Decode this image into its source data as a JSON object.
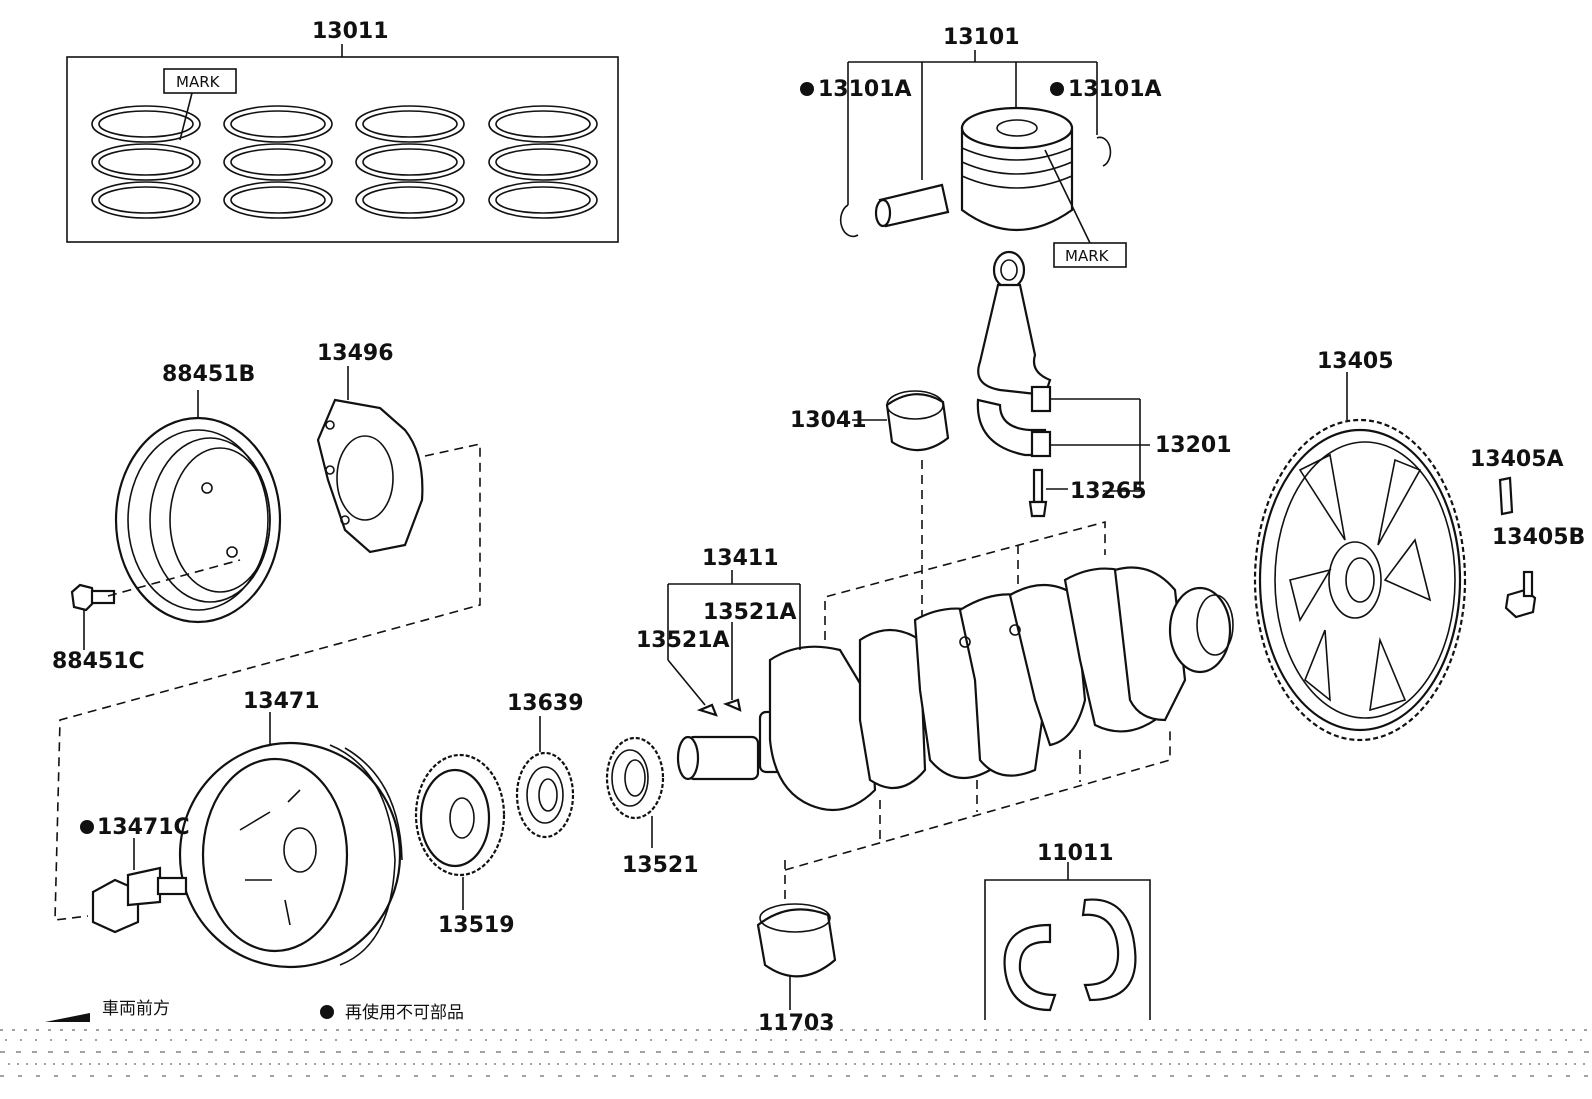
{
  "labels": {
    "l13011": "13011",
    "l13101": "13101",
    "l13101A_left": "13101A",
    "l13101A_right": "13101A",
    "l88451B": "88451B",
    "l13496": "13496",
    "l88451C": "88451C",
    "l13041": "13041",
    "l13201": "13201",
    "l13265": "13265",
    "l13405": "13405",
    "l13405A": "13405A",
    "l13405B": "13405B",
    "l13411": "13411",
    "l13521A_top": "13521A",
    "l13521A_left": "13521A",
    "l13471": "13471",
    "l13639": "13639",
    "l13471C": "13471C",
    "l13519": "13519",
    "l13521": "13521",
    "l11011": "11011",
    "l11703": "11703"
  },
  "marks": {
    "mark_rings": "MARK",
    "mark_piston": "MARK"
  },
  "legend": {
    "front_label": "車両前方",
    "non_reusable_label": "再使用不可部品"
  }
}
